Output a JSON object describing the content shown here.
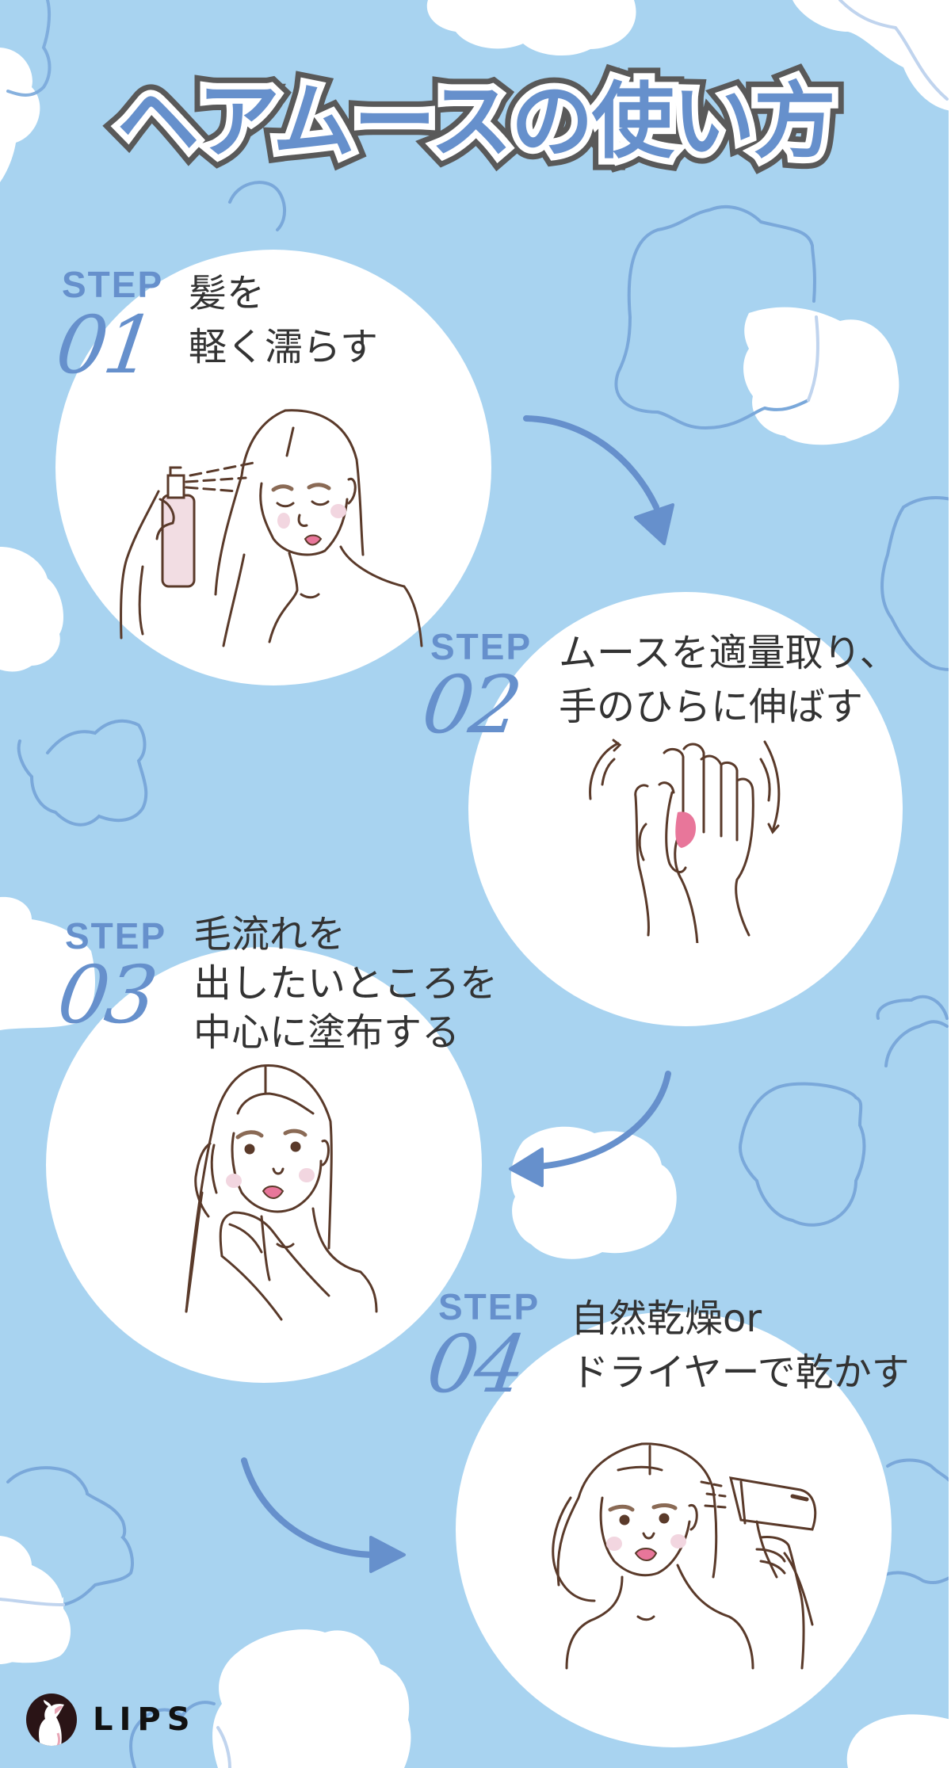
{
  "page": {
    "title": "ヘアムースの使い方",
    "colors": {
      "background": "#A8D3F0",
      "accent_blue": "#6690CC",
      "title_outline": "#595959",
      "text_dark": "#333333",
      "cloud_white": "#FFFFFF",
      "cloud_outline": "#7AA8DA",
      "line_art": "#5A3A2A",
      "lip_pink": "#E8769A",
      "cheek_pink": "#F2D6E0"
    }
  },
  "steps": [
    {
      "label": "STEP",
      "number": "01",
      "lines": [
        "髪を",
        "軽く濡らす"
      ],
      "illustration": "woman-spraying-hair-illustration"
    },
    {
      "label": "STEP",
      "number": "02",
      "lines": [
        "ムースを適量取り、",
        "手のひらに伸ばす"
      ],
      "illustration": "hands-rubbing-mousse-illustration"
    },
    {
      "label": "STEP",
      "number": "03",
      "lines": [
        "毛流れを",
        "出したいところを",
        "中心に塗布する"
      ],
      "illustration": "woman-applying-to-hair-illustration"
    },
    {
      "label": "STEP",
      "number": "04",
      "lines": [
        "自然乾燥or",
        "ドライヤーで乾かす"
      ],
      "illustration": "woman-blow-drying-illustration"
    }
  ],
  "arrows": [
    {
      "from": "step-01",
      "to": "step-02",
      "icon": "curved-arrow-right-down"
    },
    {
      "from": "step-02",
      "to": "step-03",
      "icon": "curved-arrow-left-down"
    },
    {
      "from": "step-03",
      "to": "step-04",
      "icon": "curved-arrow-right-down"
    }
  ],
  "footer": {
    "brand": "LIPS",
    "logo_icon": "deer-logo-icon"
  }
}
